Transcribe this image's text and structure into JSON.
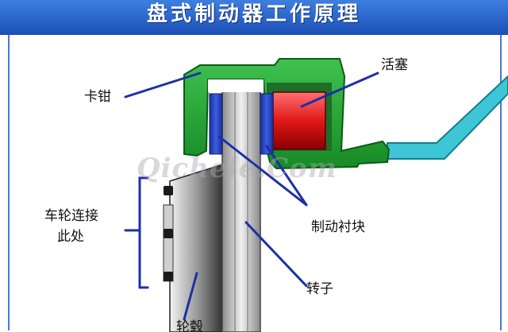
{
  "title": "盘式制动器工作原理",
  "watermark": "Qichele.Com",
  "labels": {
    "caliper": "卡钳",
    "piston": "活塞",
    "wheel_connection_line1": "车轮连接",
    "wheel_connection_line2": "此处",
    "brake_pads": "制动衬块",
    "rotor": "转子",
    "hub": "轮毂"
  },
  "colors": {
    "title_bar": "#2a62cc",
    "frame_border": "#4a78d6",
    "caliper": "#2aa43a",
    "piston": "#e01818",
    "brake_pad": "#2244cc",
    "hydraulic_line": "#3fc6d6",
    "rotor": "#c8c8c8",
    "hub": "#333333"
  }
}
